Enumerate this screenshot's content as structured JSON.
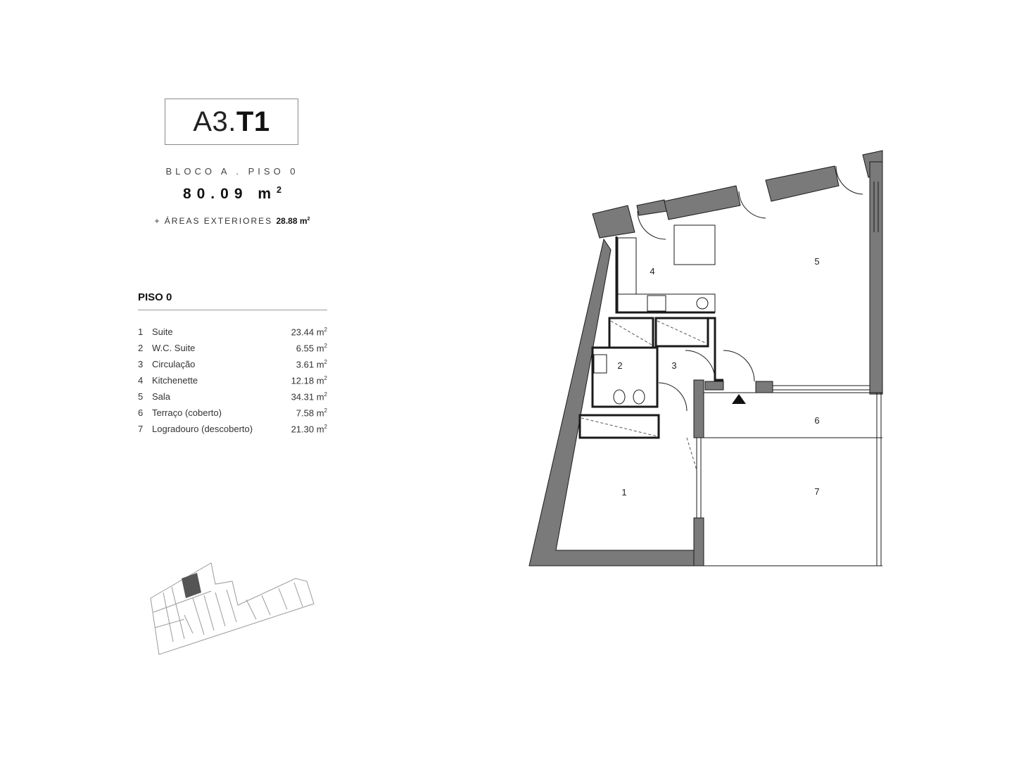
{
  "unit": {
    "title_prefix": "A3.",
    "title_type": "T1",
    "location": "BLOCO A . PISO 0",
    "area_value": "80.09 m",
    "area_unit_exp": "2",
    "exterior_label": "+ ÁREAS EXTERIORES",
    "exterior_value": "28.88 m",
    "exterior_exp": "2"
  },
  "floor": {
    "heading": "PISO 0",
    "rooms": [
      {
        "num": "1",
        "name": "Suite",
        "area": "23.44 m",
        "exp": "2"
      },
      {
        "num": "2",
        "name": "W.C. Suite",
        "area": "6.55 m",
        "exp": "2"
      },
      {
        "num": "3",
        "name": "Circulação",
        "area": "3.61 m",
        "exp": "2"
      },
      {
        "num": "4",
        "name": "Kitchenette",
        "area": "12.18 m",
        "exp": "2"
      },
      {
        "num": "5",
        "name": "Sala",
        "area": "34.31 m",
        "exp": "2"
      },
      {
        "num": "6",
        "name": "Terraço (coberto)",
        "area": "7.58 m",
        "exp": "2"
      },
      {
        "num": "7",
        "name": "Logradouro (descoberto)",
        "area": "21.30 m",
        "exp": "2"
      }
    ]
  },
  "plan": {
    "labels": [
      "1",
      "2",
      "3",
      "4",
      "5",
      "6",
      "7"
    ]
  },
  "colors": {
    "wall": "#7a7a7a",
    "line": "#1a1a1a",
    "highlight": "#555555"
  }
}
